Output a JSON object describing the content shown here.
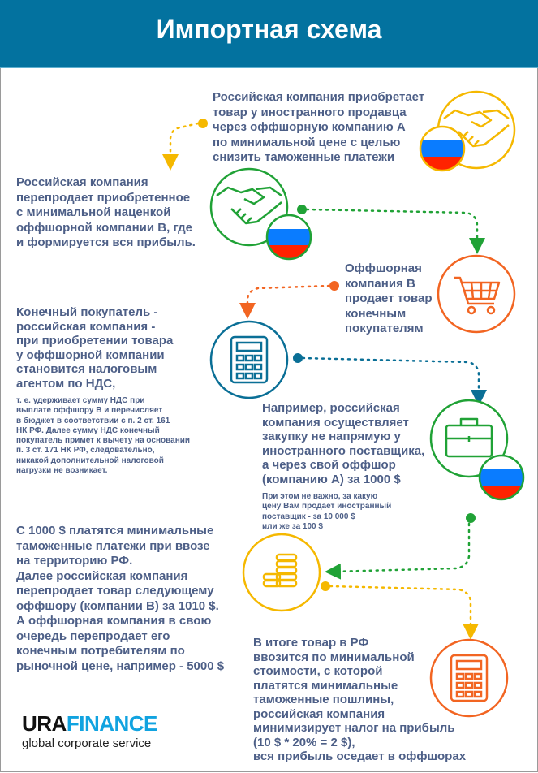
{
  "header": {
    "title": "Импортная схема"
  },
  "steps": [
    {
      "text": "Российская компания приобретает\nтовар у иностранного продавца\nчерез оффшорную компанию А\nпо минимальной цене с целью\nснизить таможенные платежи",
      "icon": "handshake-icon",
      "color": "#f5b800"
    },
    {
      "text": "Российская компания\nперепродает приобретенное\nс минимальной наценкой\nоффшорной компании В, где\nи формируется вся прибыль.",
      "icon": "handshake-icon",
      "color": "#20a236"
    },
    {
      "text": "Оффшорная\nкомпания В\nпродает товар\nконечным\nпокупателям",
      "icon": "cart-icon",
      "color": "#f26522"
    },
    {
      "text": "Конечный покупатель -\nроссийская компания -\nпри приобретении товара\nу оффшорной компании\nстановится налоговым\nагентом по НДС,",
      "note": "т. е. удерживает сумму НДС при\nвыплате оффшору В и перечисляет\nв бюджет в соответствии с п. 2 ст. 161\nНК РФ. Далее сумму НДС конечный\nпокупатель примет к вычету на основании\nп. 3 ст. 171 НК РФ, следовательно,\nникакой дополнительной налоговой\nнагрузки не возникает.",
      "icon": "calculator-icon",
      "color": "#0a6f96"
    },
    {
      "text": "Например, российская\nкомпания осуществляет\nзакупку не напрямую у\nиностранного поставщика,\nа через свой оффшор\n(компанию А) за 1000 $",
      "note": "При этом не важно, за какую\nцену Вам продает иностранный\nпоставщик - за 10 000 $\nили же за 100 $",
      "icon": "briefcase-icon",
      "color": "#20a236"
    },
    {
      "text": "С 1000 $ платятся минимальные\nтаможенные платежи при ввозе\nна территорию РФ.\nДалее российская компания\nперепродает товар следующему\nоффшору (компании В) за 1010 $.\nА оффшорная компания в свою\nочередь перепродает его\nконечным потребителям по\nрыночной цене, например - 5000 $",
      "icon": "coins-icon",
      "color": "#f5b800"
    },
    {
      "text": "В итоге товар в РФ\nввозится по минимальной\nстоимости, с которой\nплатятся минимальные\nтаможенные пошлины,\nроссийская компания\nминимизирует налог на прибыль\n(10 $ * 20% = 2 $),\nвся прибыль оседает в оффшорах",
      "icon": "calculator-icon",
      "color": "#f26522"
    }
  ],
  "flag_colors": [
    "#ffffff",
    "#0a7cff",
    "#ff2200"
  ],
  "logo": {
    "part1": "URA",
    "part2": "FINANCE",
    "tagline": "global corporate service"
  }
}
